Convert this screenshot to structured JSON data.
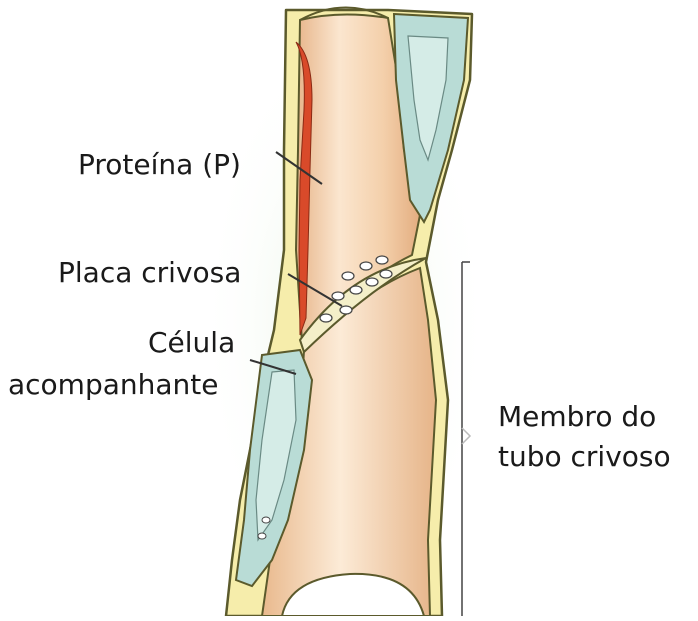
{
  "labels": {
    "protein": "Proteína (P)",
    "sieve_plate": "Placa crivosa",
    "companion_line1": "Célula",
    "companion_line2": "acompanhante",
    "member_line1": "Membro do",
    "member_line2": "tubo crivoso"
  },
  "colors": {
    "cell_wall": "#f6edab",
    "wall_outline": "#5b5a2c",
    "sieve_element_fill": "#f3cfa6",
    "sieve_element_light": "#fbe8d2",
    "sieve_element_shadow": "#e8b98c",
    "companion_cell": "#b9dcd6",
    "companion_inner": "#cfe9e4",
    "p_protein": "#d94a2a",
    "background_glow": "#d9efd2"
  }
}
